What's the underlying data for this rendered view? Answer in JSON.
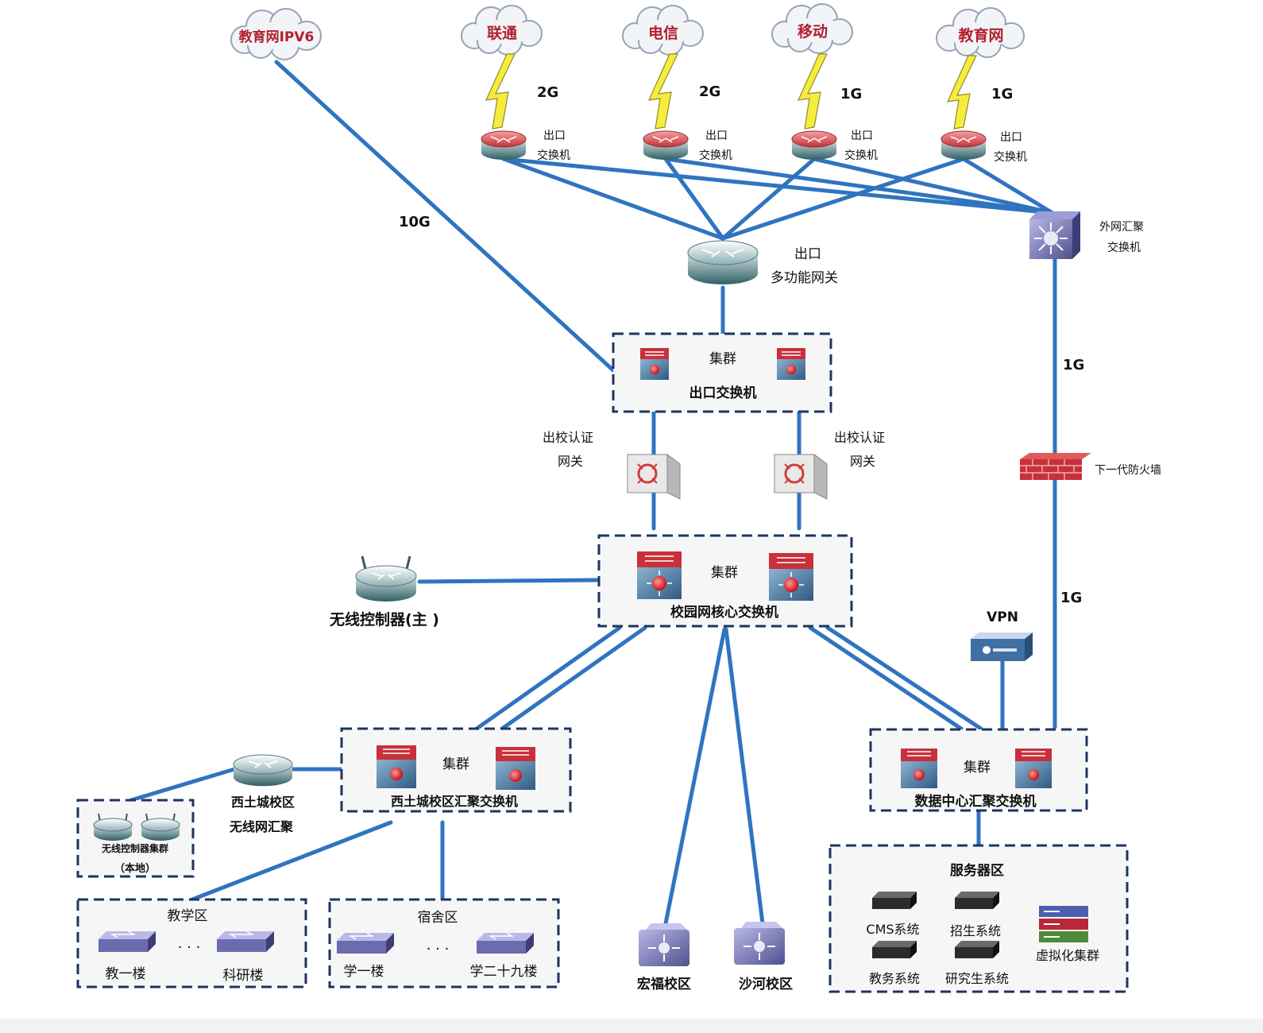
{
  "clouds": {
    "ipv6": "教育网IPV6",
    "unicom": "联通",
    "telecom": "电信",
    "mobile": "移动",
    "cernet": "教育网"
  },
  "links": {
    "unicom_bw": "2G",
    "telecom_bw": "2G",
    "mobile_bw": "1G",
    "cernet_bw": "1G",
    "ipv6_bw": "10G",
    "fw_upper_bw": "1G",
    "fw_lower_bw": "1G"
  },
  "edge": {
    "r1_l1": "出口",
    "r1_l2": "交换机",
    "r2_l1": "出口",
    "r2_l2": "交换机",
    "r3_l1": "出口",
    "r3_l2": "交换机",
    "r4_l1": "出口",
    "r4_l2": "交换机",
    "ext_agg_l1": "外网汇聚",
    "ext_agg_l2": "交换机",
    "gateway_l1": "出口",
    "gateway_l2": "多功能网关"
  },
  "clusters": {
    "exit": {
      "tag": "集群",
      "title": "出口交换机"
    },
    "core": {
      "tag": "集群",
      "title": "校园网核心交换机"
    },
    "xitucheng": {
      "tag": "集群",
      "title": "西土城校区汇聚交换机"
    },
    "datacenter": {
      "tag": "集群",
      "title": "数据中心汇聚交换机"
    }
  },
  "auth": {
    "left_l1": "出校认证",
    "left_l2": "网关",
    "right_l1": "出校认证",
    "right_l2": "网关"
  },
  "security": {
    "firewall": "下一代防火墙",
    "vpn": "VPN"
  },
  "wireless": {
    "main_controller": "无线控制器(主 )",
    "agg_l1": "西土城校区",
    "agg_l2": "无线网汇聚",
    "cluster_l1": "无线控制器集群",
    "cluster_l2": "（本地）"
  },
  "zones": {
    "teaching": {
      "title": "教学区",
      "left": "教一楼",
      "right": "科研楼",
      "ellipsis": "· · ·"
    },
    "dorm": {
      "title": "宿舍区",
      "left": "学一楼",
      "right": "学二十九楼",
      "ellipsis": "· · ·"
    }
  },
  "campuses": {
    "hongfu": "宏福校区",
    "shahe": "沙河校区"
  },
  "servers": {
    "title": "服务器区",
    "cms": "CMS系统",
    "admissions": "招生系统",
    "academic": "教务系统",
    "graduate": "研究生系统",
    "virtualization": "虚拟化集群"
  },
  "colors": {
    "link": "#2f74c0",
    "box_border": "#1f3461",
    "switch_red": "#c8303a",
    "switch_blue": "#3e6d96"
  }
}
